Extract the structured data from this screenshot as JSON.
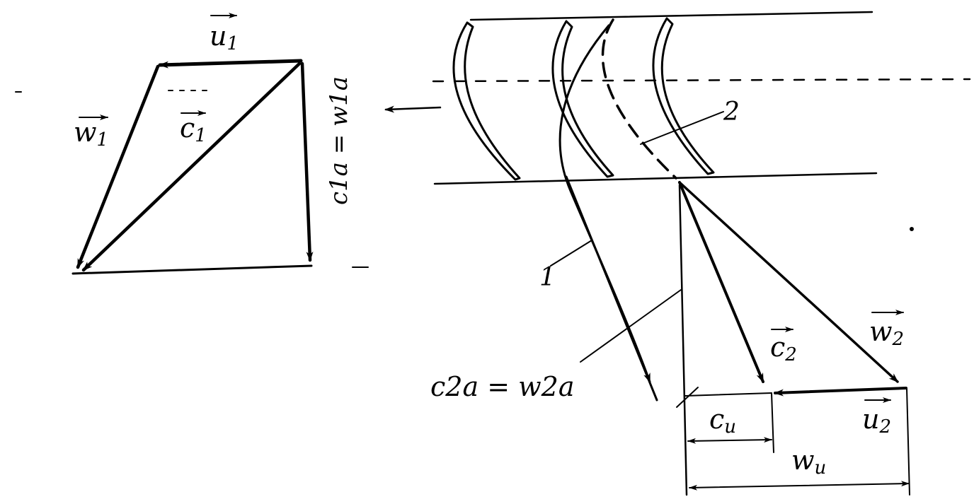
{
  "colors": {
    "ink": "#000000",
    "paper": "#ffffff"
  },
  "labels": {
    "u1": {
      "base": "u",
      "sub": "1"
    },
    "w1": {
      "base": "w",
      "sub": "1"
    },
    "c1": {
      "base": "c",
      "sub": "1"
    },
    "c1a": {
      "text": "c1a = w1a"
    },
    "blade_row_1": "1",
    "blade_row_2": "2",
    "c2a": {
      "text": "c2a = w2a"
    },
    "c2": {
      "base": "c",
      "sub": "2"
    },
    "w2": {
      "base": "w",
      "sub": "2"
    },
    "u2": {
      "base": "u",
      "sub": "2"
    },
    "cu": {
      "base": "c",
      "sub": "u"
    },
    "wu": {
      "base": "w",
      "sub": "u"
    }
  }
}
